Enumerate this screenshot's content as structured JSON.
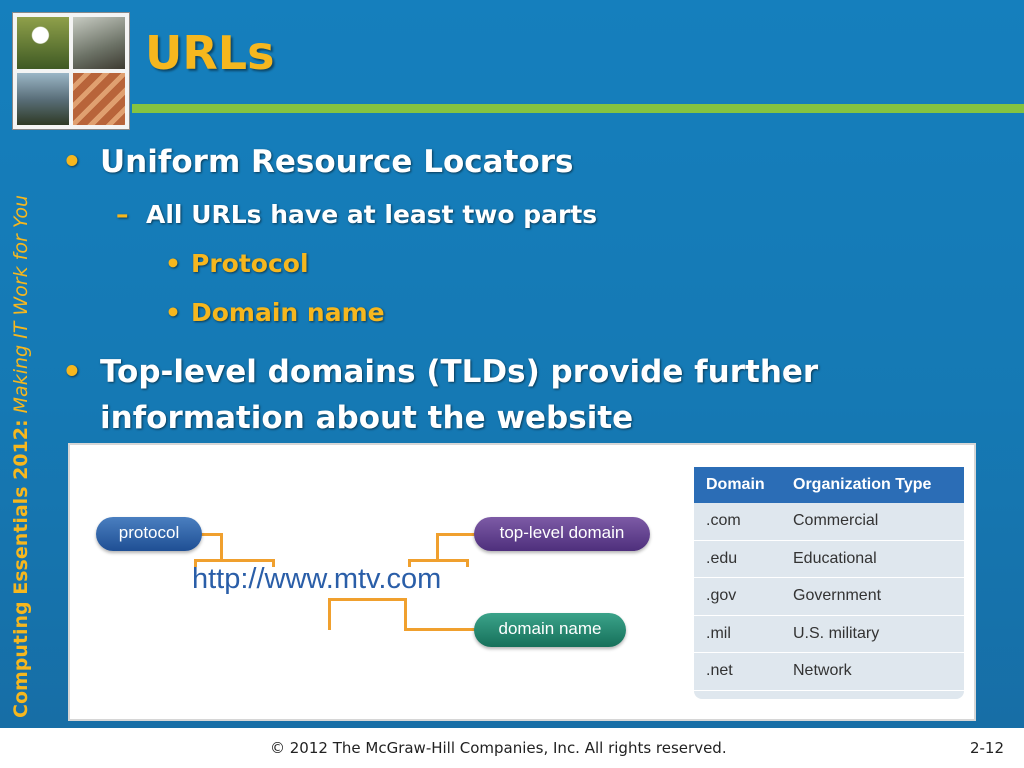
{
  "title": "URLs",
  "side_text": {
    "bold": "Computing Essentials 2012:",
    "italic": "Making IT Work for You"
  },
  "bullets": {
    "b1": "Uniform Resource Locators",
    "b2": "All URLs have at least two parts",
    "b3a": "Protocol",
    "b3b": "Domain name",
    "b4": "Top-level domains (TLDs) provide further information about the website"
  },
  "figure": {
    "protocol_label": "protocol",
    "tld_label": "top-level domain",
    "domain_label": "domain name",
    "url": "http://www.mtv.com"
  },
  "table": {
    "headers": [
      "Domain",
      "Organization Type"
    ],
    "rows": [
      [
        ".com",
        "Commercial"
      ],
      [
        ".edu",
        "Educational"
      ],
      [
        ".gov",
        "Government"
      ],
      [
        ".mil",
        "U.S. military"
      ],
      [
        ".net",
        "Network"
      ]
    ]
  },
  "footer": {
    "copyright": "© 2012 The McGraw-Hill Companies, Inc. All rights reserved.",
    "page": "2-12"
  },
  "colors": {
    "background": "#1579b4",
    "accent_gold": "#f6b71e",
    "rule_green": "#84c341",
    "connector_orange": "#f0a02e"
  }
}
